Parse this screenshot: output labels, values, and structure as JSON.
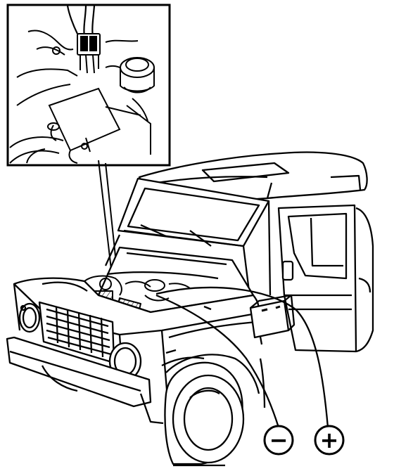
{
  "terminals": {
    "negative": {
      "symbol": "−"
    },
    "positive": {
      "symbol": "+"
    }
  },
  "colors": {
    "ink": "#000000",
    "paper": "#ffffff",
    "shade": "#1a1a1a"
  },
  "icons": [
    "detail-inset",
    "vehicle",
    "battery",
    "negative-terminal",
    "positive-terminal"
  ]
}
